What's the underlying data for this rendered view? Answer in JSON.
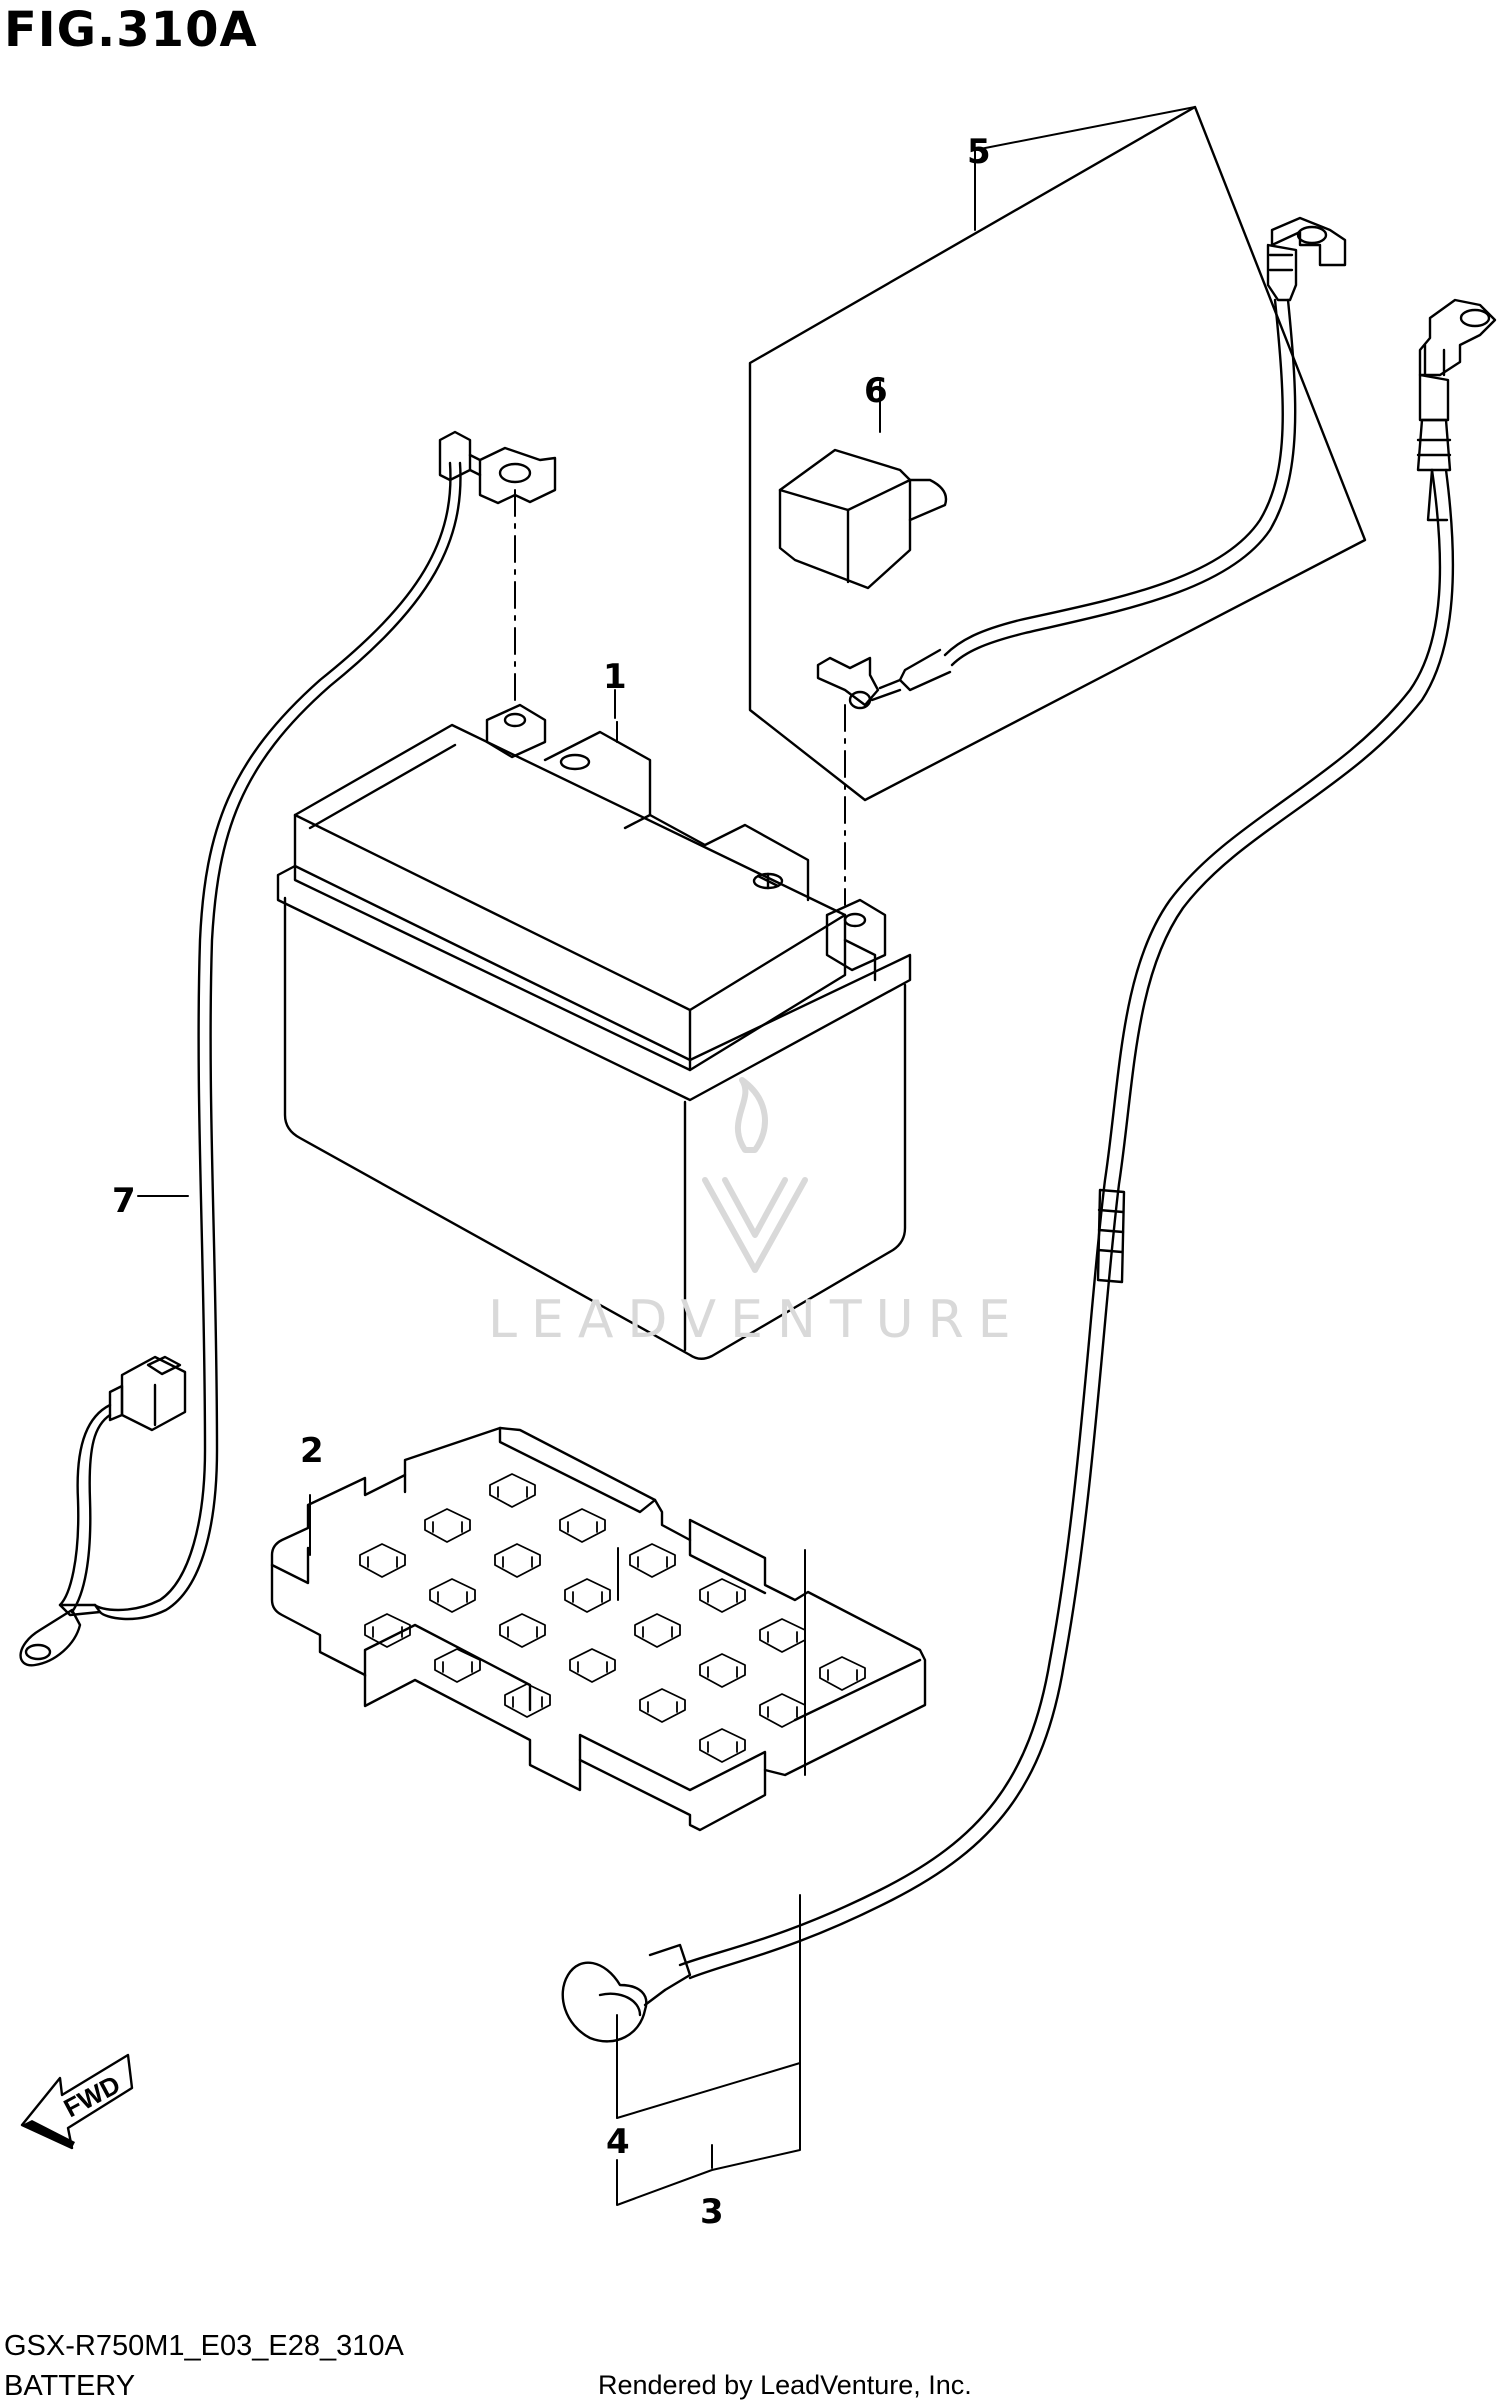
{
  "figure": {
    "title": "FIG.310A",
    "model_code": "GSX-R750M1_E03_E28_310A",
    "caption": "BATTERY",
    "rendered_by": "Rendered by LeadVenture, Inc.",
    "watermark": "LEADVENTURE"
  },
  "callouts": [
    "1",
    "2",
    "3",
    "4",
    "5",
    "6",
    "7"
  ],
  "direction": {
    "label": "FWD"
  }
}
